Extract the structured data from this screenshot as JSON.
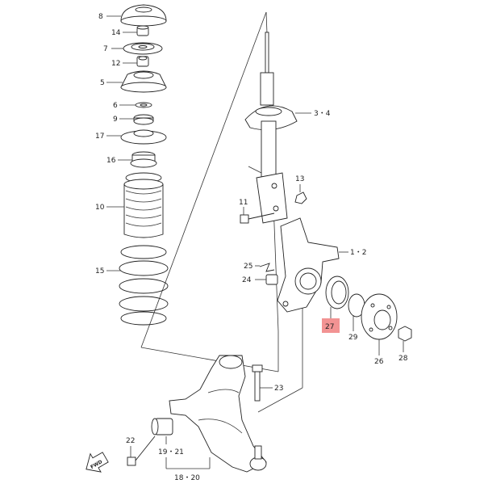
{
  "diagram": {
    "labels": {
      "p8": "8",
      "p14": "14",
      "p7": "7",
      "p12": "12",
      "p5": "5",
      "p6": "6",
      "p9": "9",
      "p17": "17",
      "p16": "16",
      "p10": "10",
      "p15": "15",
      "p34": "3・4",
      "p13": "13",
      "p11": "11",
      "p12b": "1・2",
      "p25": "25",
      "p24": "24",
      "p27": "27",
      "p29": "29",
      "p26": "26",
      "p28": "28",
      "p23": "23",
      "p22": "22",
      "p1921": "19・21",
      "p1820": "18・20",
      "fwd": "FWD"
    },
    "colors": {
      "highlight": "#f08080",
      "line": "#333333",
      "part_fill": "#ffffff"
    }
  }
}
